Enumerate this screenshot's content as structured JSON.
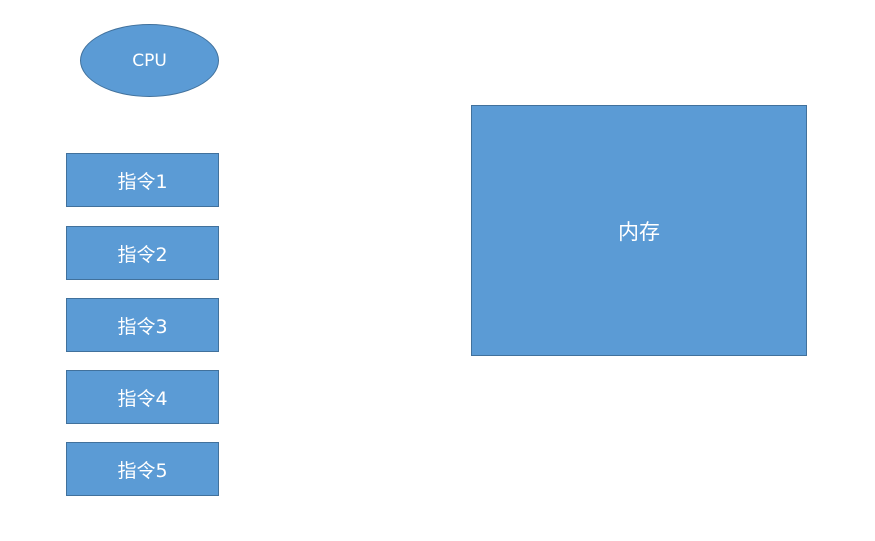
{
  "diagram": {
    "cpu": {
      "label": "CPU"
    },
    "instructions": [
      {
        "label": "指令1"
      },
      {
        "label": "指令2"
      },
      {
        "label": "指令3"
      },
      {
        "label": "指令4"
      },
      {
        "label": "指令5"
      }
    ],
    "memory": {
      "label": "内存"
    }
  },
  "colors": {
    "shape_fill": "#5b9bd5",
    "shape_border": "#41719c",
    "text": "#ffffff",
    "background": "#ffffff"
  }
}
